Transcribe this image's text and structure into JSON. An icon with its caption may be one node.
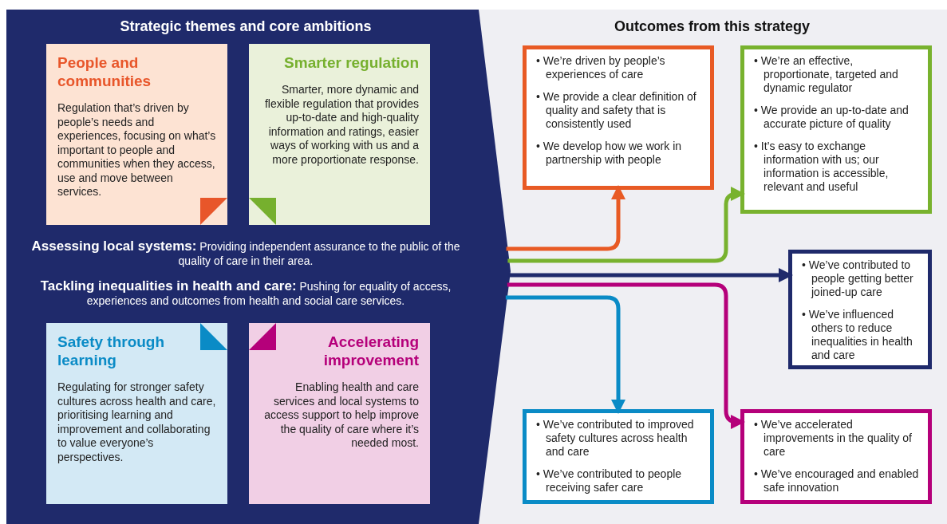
{
  "diagram": {
    "nodes": [
      {
        "text": [
          "Strategic themes and core ambitions",
          "**Assessing local systems:** Providing independent assurance to the public of the quality of care in their area.",
          "**Tackling inequalities in health and care:** Pushing for equality of access, experiences and outcomes from health and social care services."
        ]
      },
      {
        "text": [
          "People and communities",
          "Regulation that’s driven by people’s needs and experiences, focusing on what’s important to people and communities when they access, use and move between services."
        ],
        "in": 0
      },
      {
        "text": [
          "Smarter regulation",
          "Smarter, more dynamic and flexible regulation that provides up-to-date and high-quality information and ratings, easier ways of working with us and a more proportionate response."
        ],
        "in": 0
      },
      {
        "text": [
          "Safety through learning",
          "Regulating for stronger safety cultures across health and care, prioritising learning and improvement and collaborating to value everyone’s perspectives."
        ],
        "in": 0
      },
      {
        "text": [
          "Accelerating improvement",
          "Enabling health and care services and local systems to access support to help improve the quality of care where it’s needed most."
        ],
        "in": 0
      },
      {
        "text": [
          "Outcomes from this strategy"
        ]
      },
      {
        "text": [
          "• We’re driven by people’s experiences of care",
          "• We provide a clear definition of quality and safety that is consistently used",
          "• We develop how we work in partnership with people"
        ],
        "in": 5
      },
      {
        "text": [
          "• We’re an effective, proportionate, targeted and dynamic regulator",
          "• We provide an up-to-date and accurate picture of quality",
          "• It’s easy to exchange information with us; our information is accessible, relevant and useful"
        ],
        "in": 5
      },
      {
        "text": [
          "• We’ve contributed to people getting better joined-up care",
          "• We’ve influenced others to reduce inequalities in health and care"
        ],
        "in": 5
      },
      {
        "text": [
          "• We’ve contributed to improved safety cultures across health and care",
          "• We’ve contributed to people receiving safer care"
        ],
        "in": 5
      },
      {
        "text": [
          "• We’ve accelerated improvements in the quality of care",
          "• We’ve encouraged and enabled safe innovation"
        ],
        "in": 5
      }
    ],
    "edges": [
      {
        "from": 0,
        "to": 6,
        "arrow": "to",
        "color": "#e85a24"
      },
      {
        "from": 0,
        "to": 7,
        "arrow": "to",
        "color": "#78b22e"
      },
      {
        "from": 0,
        "to": 8,
        "arrow": "to",
        "color": "#1f2a6b"
      },
      {
        "from": 0,
        "to": 9,
        "arrow": "to",
        "color": "#0a8bc6"
      },
      {
        "from": 0,
        "to": 10,
        "arrow": "to",
        "color": "#b5007a"
      }
    ]
  }
}
